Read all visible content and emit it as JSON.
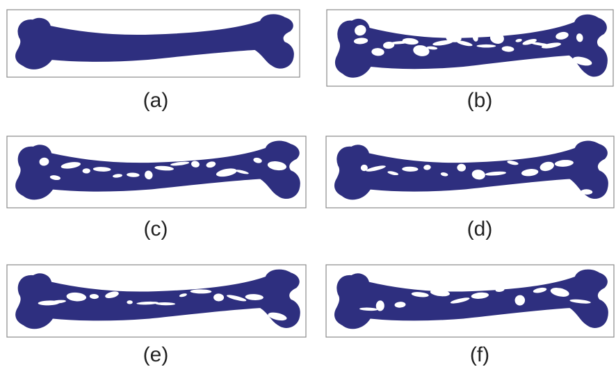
{
  "colors": {
    "bone": "#2e2f7f",
    "background": "#ffffff",
    "frame": "#8a8a8a"
  },
  "panels": [
    {
      "id": "a",
      "caption": "(a)",
      "holes": 0
    },
    {
      "id": "b",
      "caption": "(b)",
      "holes": 22
    },
    {
      "id": "c",
      "caption": "(c)",
      "holes": 16
    },
    {
      "id": "d",
      "caption": "(d)",
      "holes": 14
    },
    {
      "id": "e",
      "caption": "(e)",
      "holes": 14
    },
    {
      "id": "f",
      "caption": "(f)",
      "holes": 12
    }
  ]
}
